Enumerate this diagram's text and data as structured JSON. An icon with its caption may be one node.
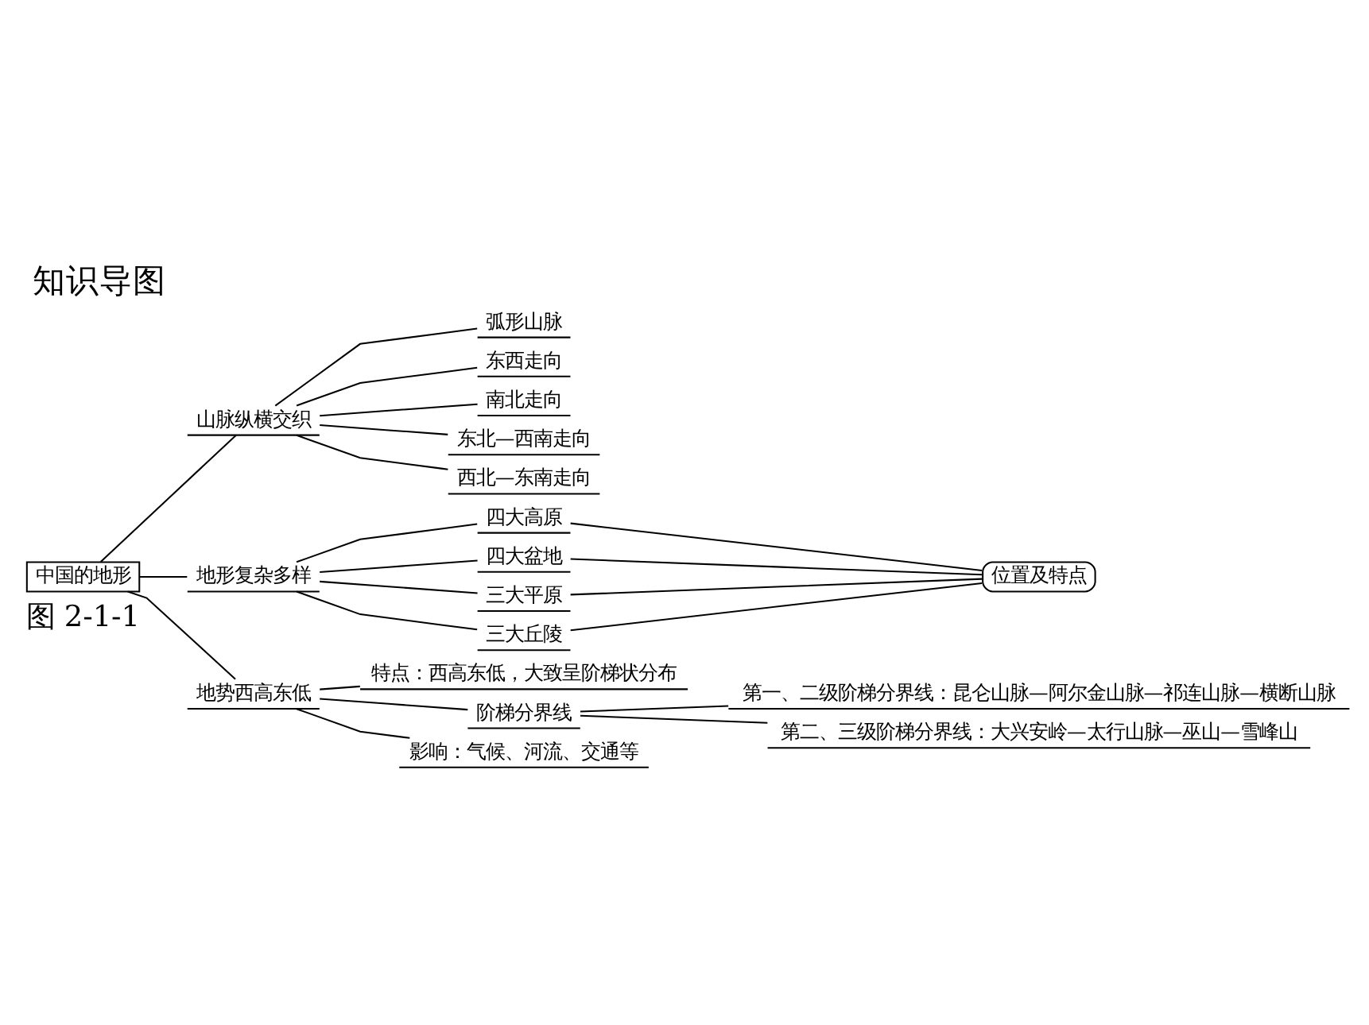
{
  "diagram": {
    "title": "知识导图",
    "caption": "图 2-1-1",
    "nodes": [
      {
        "text": [
          "中国的地形"
        ]
      },
      {
        "text": [
          "山脉纵横交织"
        ]
      },
      {
        "text": [
          "弧形山脉"
        ]
      },
      {
        "text": [
          "东西走向"
        ]
      },
      {
        "text": [
          "南北走向"
        ]
      },
      {
        "text": [
          "东北—西南走向"
        ]
      },
      {
        "text": [
          "西北—东南走向"
        ]
      },
      {
        "text": [
          "地形复杂多样"
        ]
      },
      {
        "text": [
          "四大高原"
        ]
      },
      {
        "text": [
          "四大盆地"
        ]
      },
      {
        "text": [
          "三大平原"
        ]
      },
      {
        "text": [
          "三大丘陵"
        ]
      },
      {
        "text": [
          "位置及特点"
        ]
      },
      {
        "text": [
          "地势西高东低"
        ]
      },
      {
        "text": [
          "特点：西高东低，大致呈阶梯状分布"
        ]
      },
      {
        "text": [
          "阶梯分界线"
        ]
      },
      {
        "text": [
          "第一、二级阶梯分界线：昆仑山脉—阿尔金山脉—祁连山脉—横断山脉"
        ]
      },
      {
        "text": [
          "第二、三级阶梯分界线：大兴安岭—太行山脉—巫山—雪峰山"
        ]
      },
      {
        "text": [
          "影响：气候、河流、交通等"
        ]
      }
    ],
    "edges": [
      {
        "from": 0,
        "to": 1,
        "arrow": "none"
      },
      {
        "from": 0,
        "to": 7,
        "arrow": "none"
      },
      {
        "from": 0,
        "to": 13,
        "arrow": "none"
      },
      {
        "from": 1,
        "to": 2,
        "arrow": "none"
      },
      {
        "from": 1,
        "to": 3,
        "arrow": "none"
      },
      {
        "from": 1,
        "to": 4,
        "arrow": "none"
      },
      {
        "from": 1,
        "to": 5,
        "arrow": "none"
      },
      {
        "from": 1,
        "to": 6,
        "arrow": "none"
      },
      {
        "from": 7,
        "to": 8,
        "arrow": "none"
      },
      {
        "from": 7,
        "to": 9,
        "arrow": "none"
      },
      {
        "from": 7,
        "to": 10,
        "arrow": "none"
      },
      {
        "from": 7,
        "to": 11,
        "arrow": "none"
      },
      {
        "from": 8,
        "to": 12,
        "arrow": "none"
      },
      {
        "from": 9,
        "to": 12,
        "arrow": "none"
      },
      {
        "from": 10,
        "to": 12,
        "arrow": "none"
      },
      {
        "from": 11,
        "to": 12,
        "arrow": "none"
      },
      {
        "from": 13,
        "to": 14,
        "arrow": "none"
      },
      {
        "from": 13,
        "to": 15,
        "arrow": "none"
      },
      {
        "from": 13,
        "to": 18,
        "arrow": "none"
      },
      {
        "from": 15,
        "to": 16,
        "arrow": "none"
      },
      {
        "from": 15,
        "to": 17,
        "arrow": "none"
      }
    ]
  }
}
